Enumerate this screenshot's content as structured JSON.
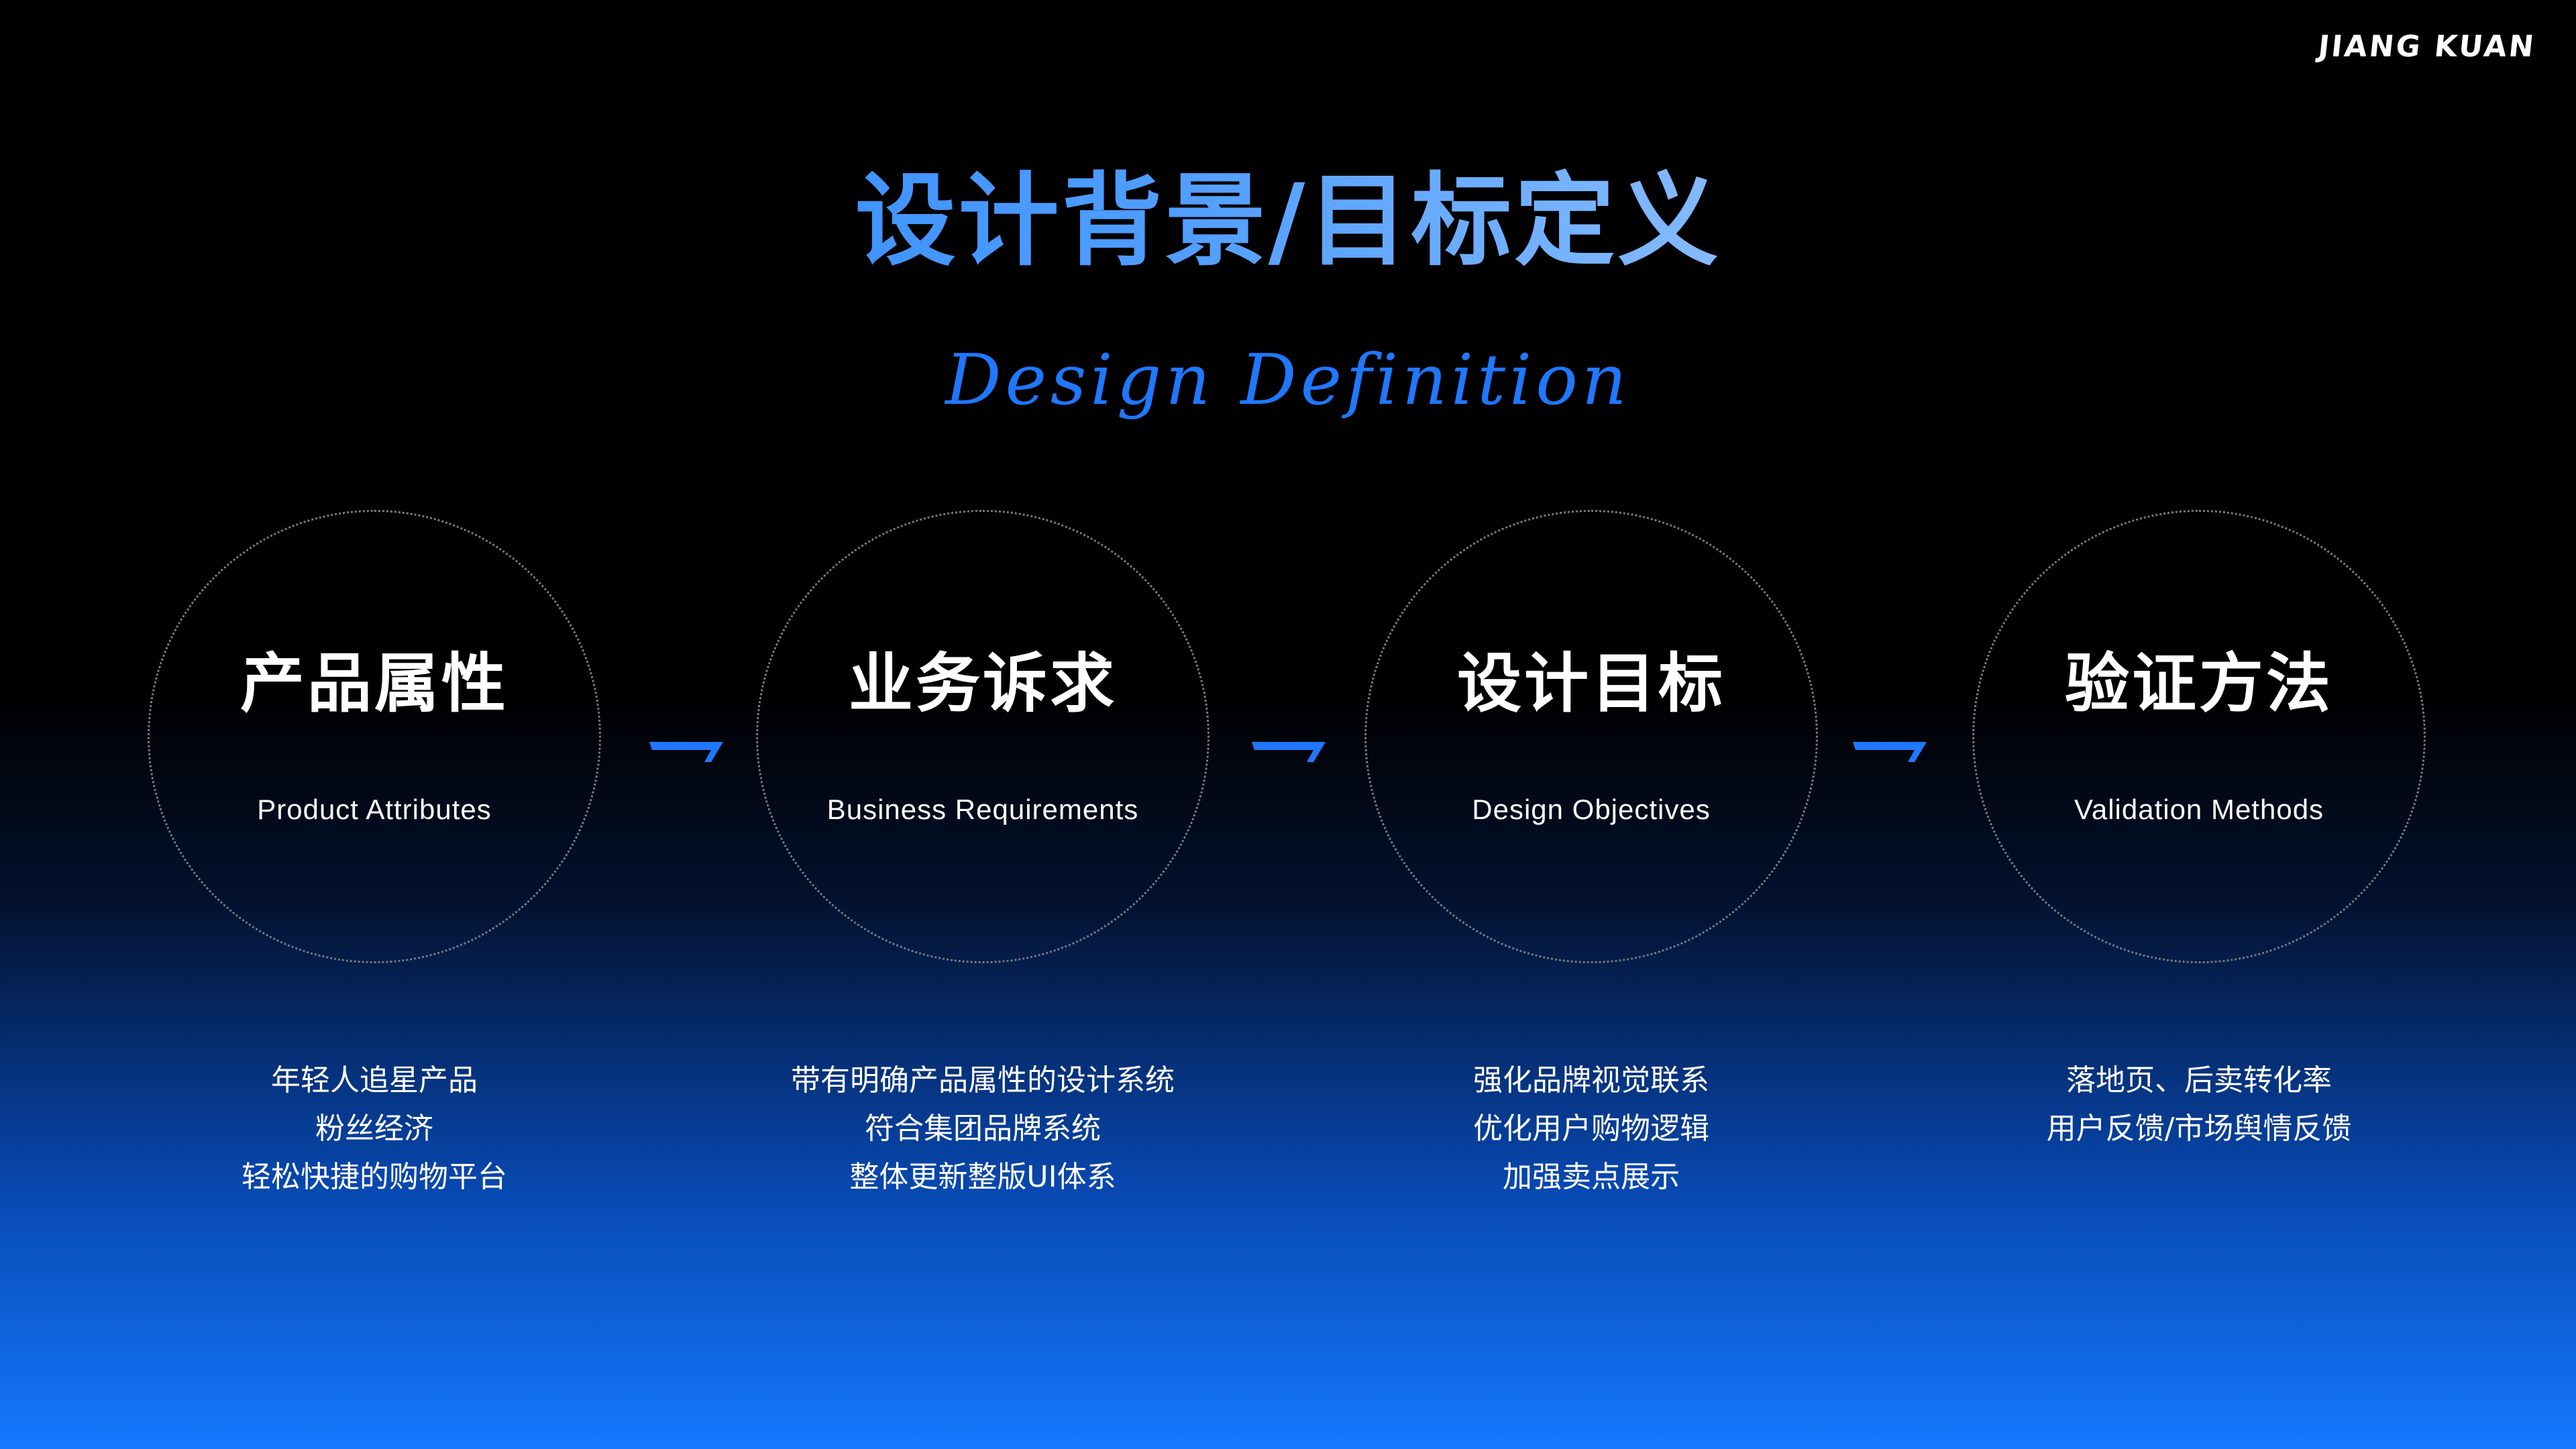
{
  "brand": "JIANG KUAN",
  "title": "设计背景/目标定义",
  "subtitle": "Design Definition",
  "accent_color": "#1f78ff",
  "steps": [
    {
      "title": "产品属性",
      "subtitle": "Product Attributes",
      "desc": [
        "年轻人追星产品",
        "粉丝经济",
        "轻松快捷的购物平台"
      ]
    },
    {
      "title": "业务诉求",
      "subtitle": "Business Requirements",
      "desc": [
        "带有明确产品属性的设计系统",
        "符合集团品牌系统",
        "整体更新整版UI体系"
      ]
    },
    {
      "title": "设计目标",
      "subtitle": "Design Objectives",
      "desc": [
        "强化品牌视觉联系",
        "优化用户购物逻辑",
        "加强卖点展示"
      ]
    },
    {
      "title": "验证方法",
      "subtitle": "Validation Methods",
      "desc": [
        "落地页、后卖转化率",
        "用户反馈/市场舆情反馈"
      ]
    }
  ],
  "arrow_icon": "arrow-right-icon"
}
